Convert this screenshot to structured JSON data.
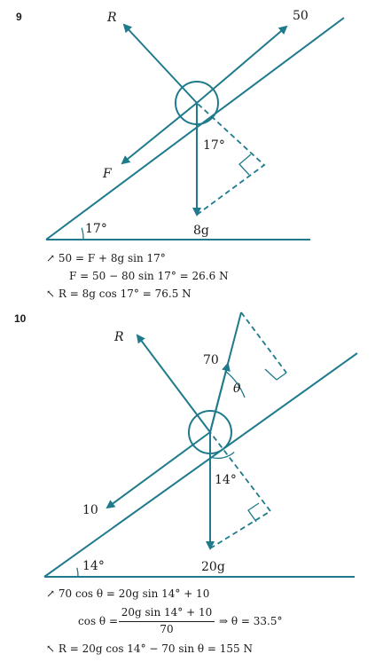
{
  "problems": [
    {
      "number": "9",
      "labels": {
        "R": "R",
        "force_top": "50",
        "F": "F",
        "angle_at_mass": "17°",
        "weight": "8g",
        "incline_angle": "17°"
      },
      "equations": {
        "line1_arrow": "↗",
        "line1": "50 = F + 8g sin 17°",
        "line2": "F = 50 − 80 sin 17° = 26.6 N",
        "line3_arrow": "↖",
        "line3": "R = 8g cos 17° = 76.5 N"
      }
    },
    {
      "number": "10",
      "labels": {
        "R": "R",
        "force_top": "70",
        "theta": "θ",
        "force_down": "10",
        "angle_at_mass": "14°",
        "weight": "20g",
        "incline_angle": "14°"
      },
      "equations": {
        "line1_arrow": "↗",
        "line1": "70 cos θ = 20g sin 14° + 10",
        "line2_lhs": "cos θ =",
        "line2_num": "20g sin 14° + 10",
        "line2_den": "70",
        "line2_rhs": "⇒ θ = 33.5°",
        "line3_arrow": "↖",
        "line3": "R = 20g cos 14° − 70 sin θ = 155 N"
      }
    }
  ],
  "colors": {
    "diagram": "#1f7a8c",
    "text": "#1a1a1a"
  }
}
